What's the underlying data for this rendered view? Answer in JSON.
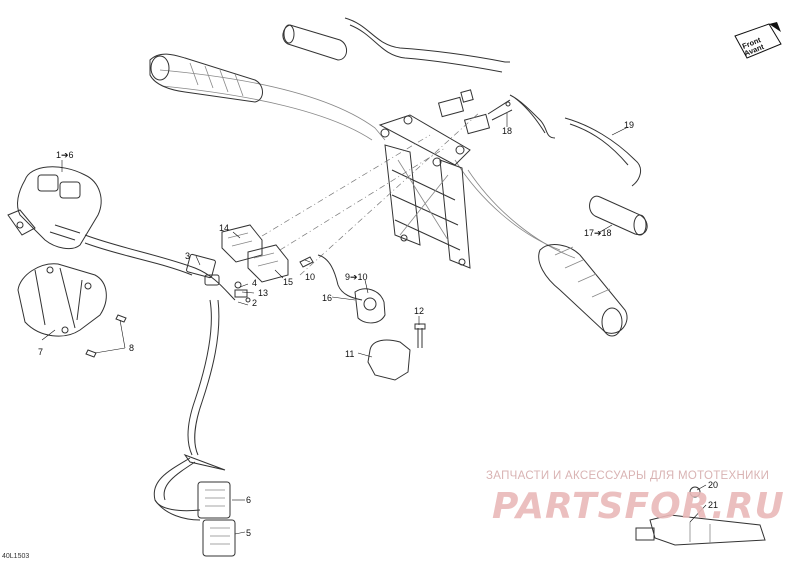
{
  "diagram": {
    "id_code": "40L1503",
    "direction_label": [
      "Front",
      "Avant"
    ],
    "watermark": {
      "caption": "ЗАПЧАСТИ И АКСЕССУАРЫ ДЛЯ МОТОТЕХНИКИ",
      "logo": "PARTSFOR.RU"
    },
    "callouts": {
      "c1_6": "1➔6",
      "c3": "3",
      "c4": "4",
      "c13": "13",
      "c2": "2",
      "c14": "14",
      "c15": "15",
      "c7": "7",
      "c8": "8",
      "c10": "10",
      "c9_10": "9➔10",
      "c16": "16",
      "c12": "12",
      "c11": "11",
      "c18": "18",
      "c19": "19",
      "c17_18": "17➔18",
      "c6": "6",
      "c5": "5",
      "c20": "20",
      "c21": "21"
    }
  }
}
